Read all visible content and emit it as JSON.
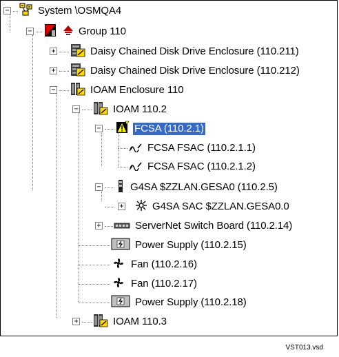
{
  "tree": {
    "nodes": [
      {
        "label": "System \\OSMQA4",
        "icon": "system-icon",
        "expander": "minus"
      },
      {
        "label": "Group 110",
        "icon": "group-icon",
        "expander": "minus"
      },
      {
        "label": "Daisy Chained Disk Drive Enclosure (110.211)",
        "icon": "disk-enclosure-icon",
        "expander": "plus"
      },
      {
        "label": "Daisy Chained Disk Drive Enclosure (110.212)",
        "icon": "disk-enclosure-icon",
        "expander": "plus"
      },
      {
        "label": "IOAM Enclosure 110",
        "icon": "ioam-enclosure-icon",
        "expander": "minus"
      },
      {
        "label": "IOAM 110.2",
        "icon": "ioam-icon",
        "expander": "minus"
      },
      {
        "label": "FCSA (110.2.1)",
        "icon": "fcsa-warning-icon",
        "expander": "minus",
        "selected": true
      },
      {
        "label": "FCSA FSAC (110.2.1.1)",
        "icon": "fsac-icon",
        "expander": "none"
      },
      {
        "label": "FCSA FSAC (110.2.1.2)",
        "icon": "fsac-icon",
        "expander": "none"
      },
      {
        "label": "G4SA $ZZLAN.GESA0 (110.2.5)",
        "icon": "g4sa-icon",
        "expander": "minus"
      },
      {
        "label": "G4SA SAC $ZZLAN.GESA0.0",
        "icon": "sac-icon",
        "expander": "plus"
      },
      {
        "label": "ServerNet Switch Board (110.2.14)",
        "icon": "switch-board-icon",
        "expander": "plus"
      },
      {
        "label": "Power Supply (110.2.15)",
        "icon": "power-supply-icon",
        "expander": "none"
      },
      {
        "label": "Fan (110.2.16)",
        "icon": "fan-icon",
        "expander": "none"
      },
      {
        "label": "Fan (110.2.17)",
        "icon": "fan-icon",
        "expander": "none"
      },
      {
        "label": "Power Supply (110.2.18)",
        "icon": "power-supply-icon",
        "expander": "none"
      },
      {
        "label": "IOAM 110.3",
        "icon": "ioam-icon",
        "expander": "plus"
      }
    ]
  },
  "footer": {
    "caption": "VST013.vsd"
  },
  "colors": {
    "selection": "#3569c8",
    "tree_line": "#7a7a7a",
    "warning": "#ffff00"
  }
}
